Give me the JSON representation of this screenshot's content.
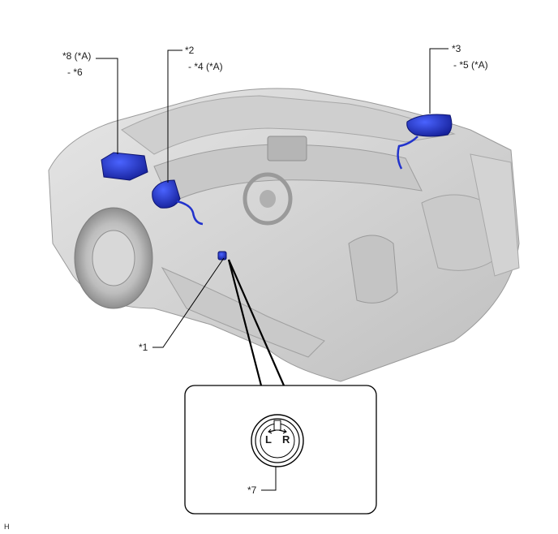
{
  "labels": {
    "l8a": "*8 (*A)",
    "l6": "- *6",
    "l2": "*2",
    "l4a": "- *4 (*A)",
    "l3": "*3",
    "l5a": "- *5 (*A)",
    "l1": "*1",
    "l7": "*7",
    "switch_left": "L",
    "switch_right": "R",
    "corner_code": "H"
  },
  "colors": {
    "highlight_part": "#2233cc",
    "vehicle_body": "#d9d9d9",
    "line": "#000000"
  }
}
